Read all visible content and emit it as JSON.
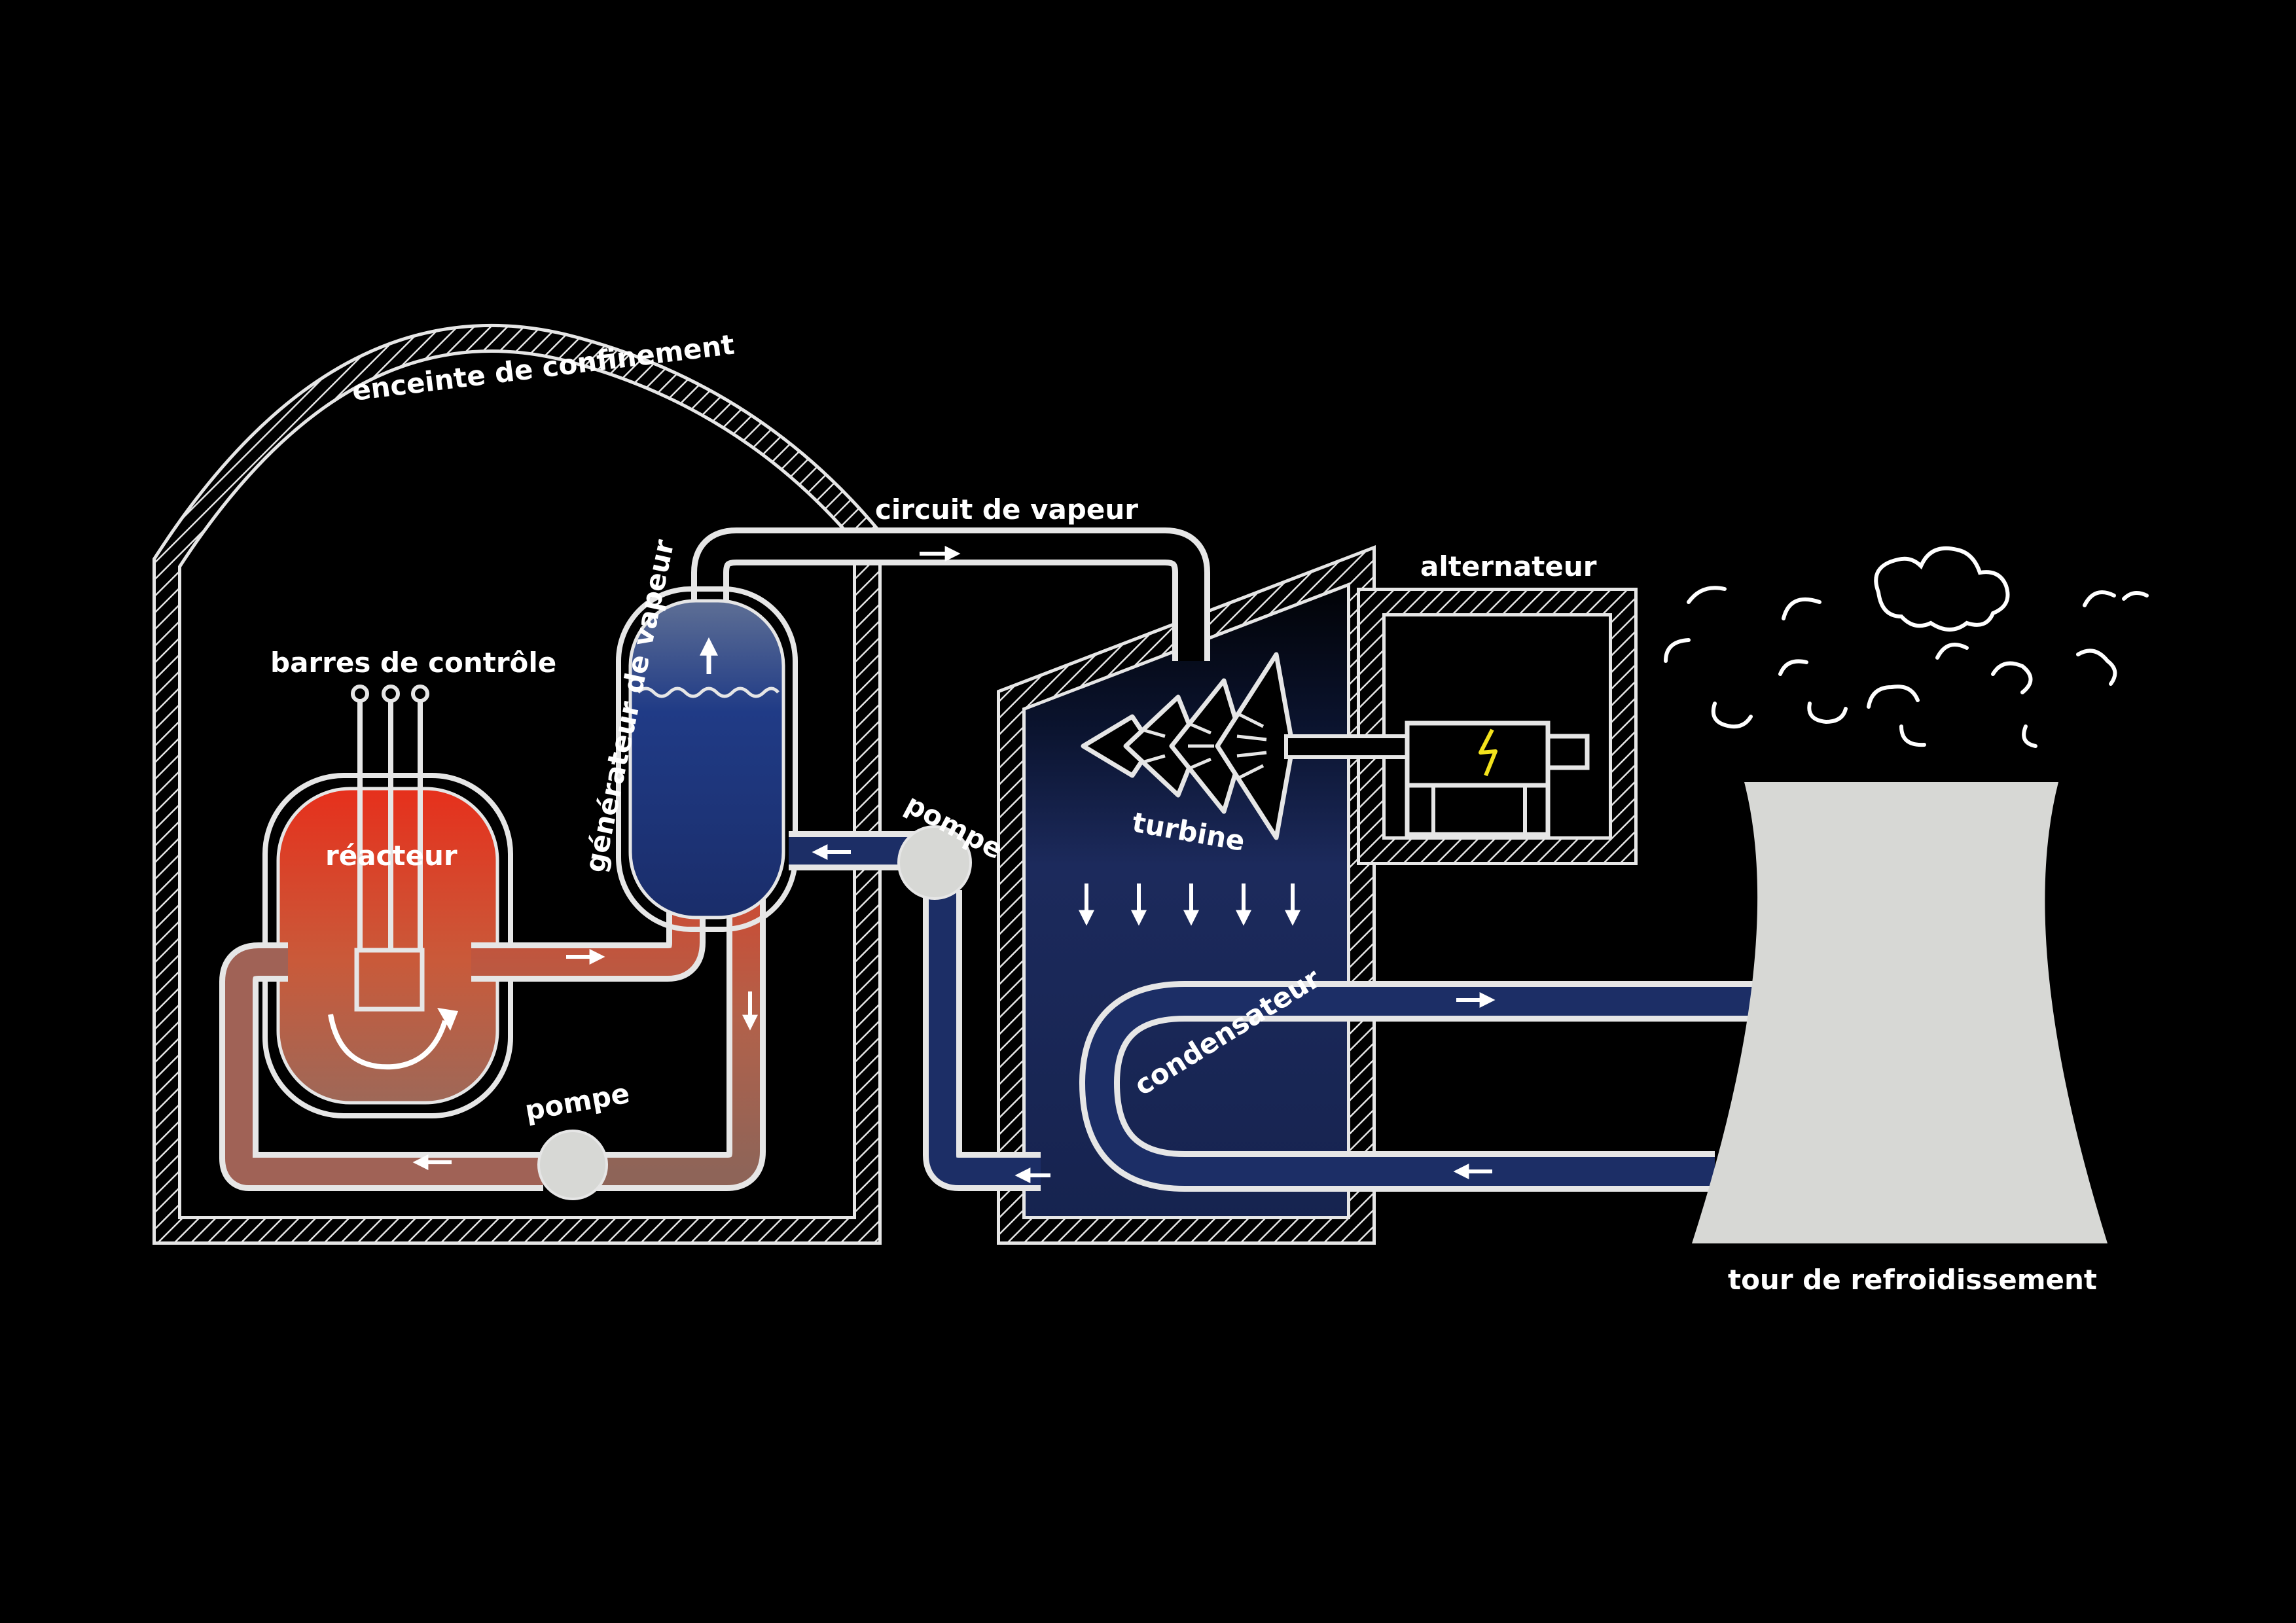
{
  "labels": {
    "containment": "enceinte de confinement",
    "steam_circuit": "circuit de vapeur",
    "alternator": "alternateur",
    "control_rods": "barres de contrôle",
    "steam_generator": "générateur de vapeur",
    "reactor": "réacteur",
    "pump_secondary": "pompe",
    "pump_primary": "pompe",
    "turbine": "turbine",
    "condenser": "condensateur",
    "cooling_tower": "tour de refroidissement"
  },
  "colors": {
    "background": "#000000",
    "outline": "#e6e6e6",
    "hot_water": "#e2391f",
    "cool_water": "#1c2e66",
    "tower": "#d7d8d5",
    "lightning": "#f3e21c"
  },
  "icons": [
    "lightning-icon",
    "flow-arrow-icon"
  ]
}
